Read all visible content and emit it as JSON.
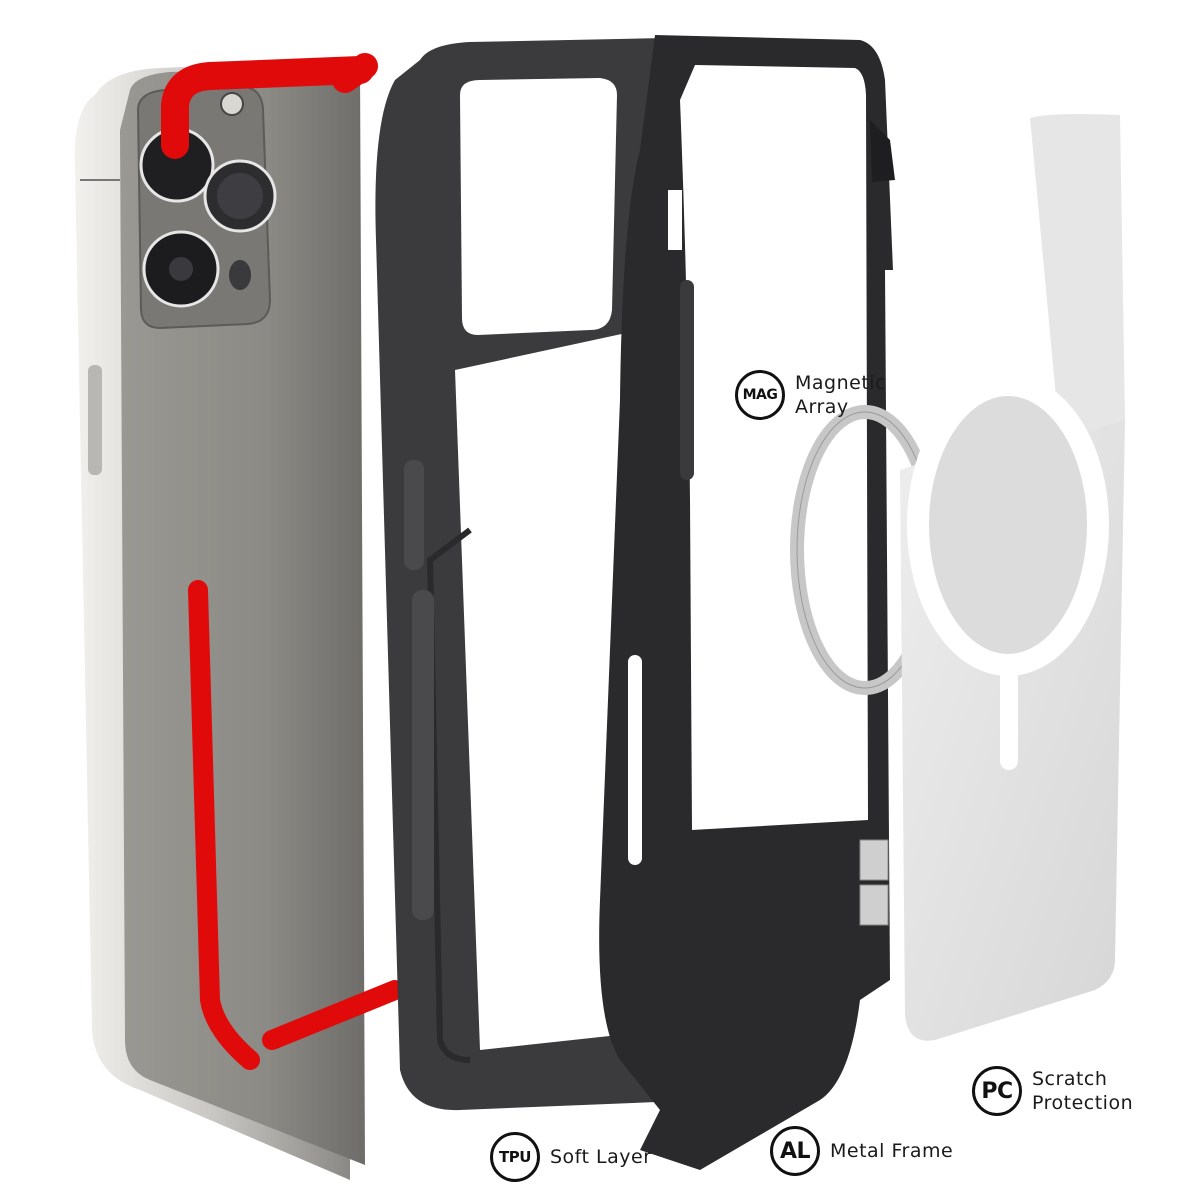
{
  "illustration": {
    "subject": "Exploded view of protective phone case layers",
    "colors": {
      "phone_body": "#8f8d88",
      "phone_frame": "#d8d6d2",
      "red_bumper": "#e10a0a",
      "tpu_layer": "#3a3a3c",
      "metal_frame": "#2b2b2d",
      "pc_back": "#e3e3e3",
      "mag_ring": "#c9c9c9",
      "background": "#ffffff"
    }
  },
  "callouts": {
    "mag": {
      "badge": "MAG",
      "line1": "Magnetic",
      "line2": "Array"
    },
    "tpu": {
      "badge": "TPU",
      "text": "Soft Layer"
    },
    "al": {
      "badge": "AL",
      "text": "Metal Frame"
    },
    "pc": {
      "badge": "PC",
      "line1": "Scratch",
      "line2": "Protection"
    }
  }
}
